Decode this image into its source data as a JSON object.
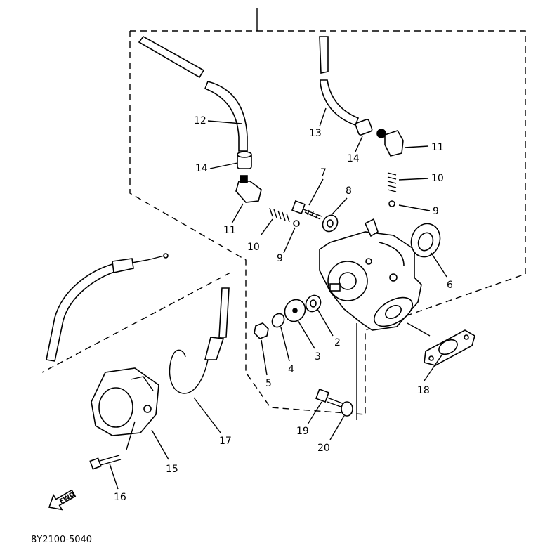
{
  "diagram": {
    "part_code": "8Y2100-5040",
    "direction_badge": "FWD",
    "callouts": [
      {
        "id": "c12a",
        "label": "12"
      },
      {
        "id": "c14a",
        "label": "14"
      },
      {
        "id": "c11a",
        "label": "11"
      },
      {
        "id": "c10a",
        "label": "10"
      },
      {
        "id": "c9a",
        "label": "9"
      },
      {
        "id": "c7",
        "label": "7"
      },
      {
        "id": "c8",
        "label": "8"
      },
      {
        "id": "c13",
        "label": "13"
      },
      {
        "id": "c14b",
        "label": "14"
      },
      {
        "id": "c11b",
        "label": "11"
      },
      {
        "id": "c10b",
        "label": "10"
      },
      {
        "id": "c9b",
        "label": "9"
      },
      {
        "id": "c6",
        "label": "6"
      },
      {
        "id": "c2",
        "label": "2"
      },
      {
        "id": "c3",
        "label": "3"
      },
      {
        "id": "c4",
        "label": "4"
      },
      {
        "id": "c5",
        "label": "5"
      },
      {
        "id": "c18",
        "label": "18"
      },
      {
        "id": "c19",
        "label": "19"
      },
      {
        "id": "c20",
        "label": "20"
      },
      {
        "id": "c17",
        "label": "17"
      },
      {
        "id": "c15",
        "label": "15"
      },
      {
        "id": "c16",
        "label": "16"
      }
    ]
  }
}
